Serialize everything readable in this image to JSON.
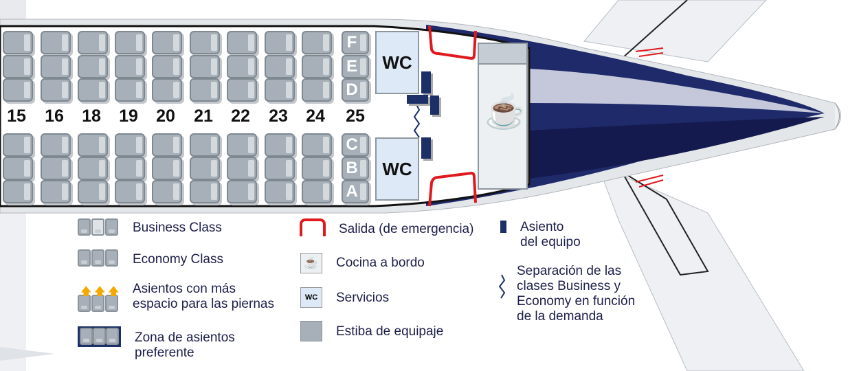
{
  "seatmap": {
    "rows": [
      "15",
      "16",
      "18",
      "19",
      "20",
      "21",
      "22",
      "23",
      "24",
      "25"
    ],
    "seat_letters_left": [
      "F",
      "E",
      "D"
    ],
    "seat_letters_right": [
      "C",
      "B",
      "A"
    ],
    "wc_label": "WC"
  },
  "legend": {
    "business": "Business Class",
    "economy": "Economy Class",
    "legroom_line1": "Asientos con más",
    "legroom_line2": "espacio para las piernas",
    "preferred_line1": "Zona de asientos",
    "preferred_line2": "preferente",
    "exit": "Salida (de emergencia)",
    "galley": "Cocina a bordo",
    "wc_icon": "WC",
    "services": "Servicios",
    "stowage": "Estiba de equipaje",
    "crew_line1": "Asiento",
    "crew_line2": "del equipo",
    "sep_line1": "Separación de las",
    "sep_line2": "clases Business y",
    "sep_line3": "Economy en función",
    "sep_line4": "de la demanda"
  },
  "colors": {
    "navy": "#1c3067",
    "exit": "#e0191e",
    "seat": "#a7b0b9",
    "legroom": "#f5a800"
  }
}
